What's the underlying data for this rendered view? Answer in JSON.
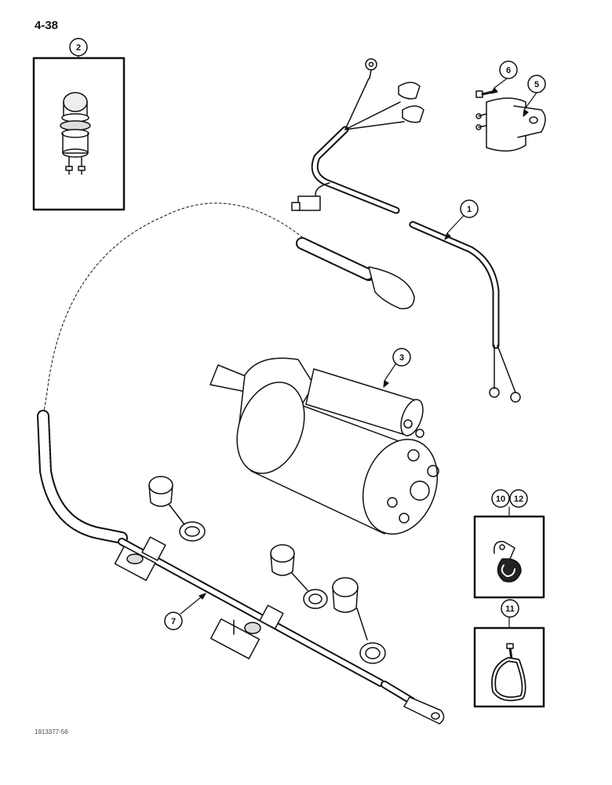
{
  "page": {
    "number": "4-38",
    "figure_code": "1913377-56"
  },
  "callouts": {
    "c1": "1",
    "c2": "2",
    "c3": "3",
    "c5": "5",
    "c6": "6",
    "c7": "7",
    "c10": "10",
    "c11": "11",
    "c12": "12"
  },
  "colors": {
    "ink": "#111111",
    "paper": "#ffffff",
    "shade": "#d9d9d9"
  }
}
